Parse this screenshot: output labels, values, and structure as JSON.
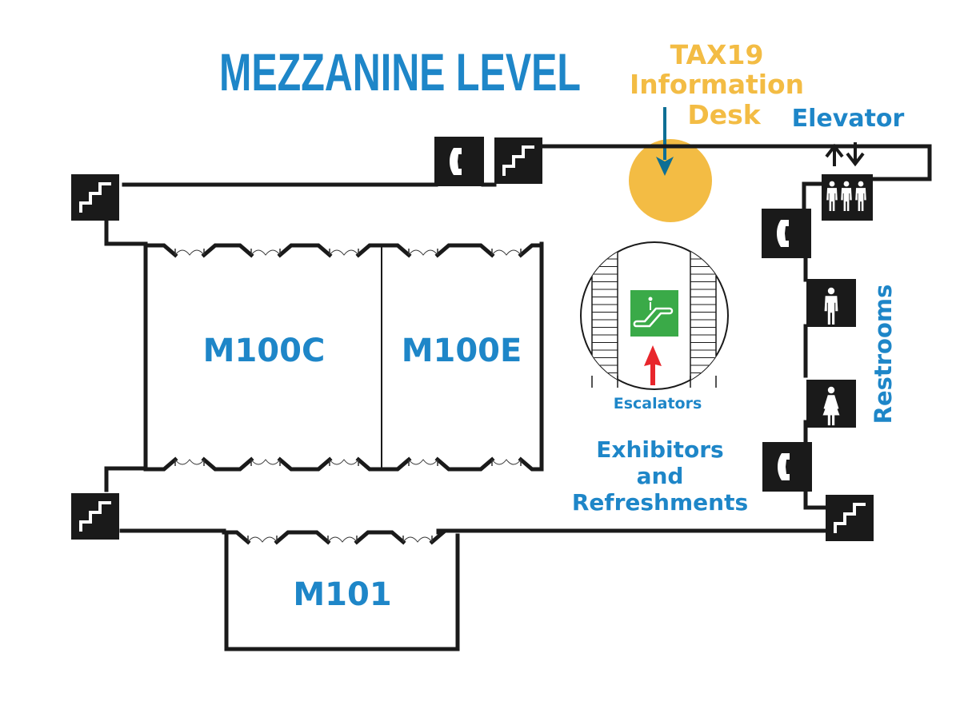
{
  "map": {
    "title": "MEZZANINE LEVEL",
    "colors": {
      "label_blue": "#1e86c8",
      "info_yellow": "#f3bc44",
      "arrow_teal": "#0e6f95",
      "arrow_red": "#e8262c",
      "escalator_green": "#3aaa48",
      "wall_black": "#1a1a1a"
    },
    "info_desk": {
      "line1": "TAX19",
      "line2": "Information",
      "line3": "Desk"
    },
    "rooms": [
      {
        "id": "M100C",
        "label": "M100C"
      },
      {
        "id": "M100E",
        "label": "M100E"
      },
      {
        "id": "M101",
        "label": "M101"
      }
    ],
    "labels": {
      "elevator": "Elevator",
      "escalators": "Escalators",
      "restrooms": "Restrooms",
      "exhibitors_line1": "Exhibitors",
      "exhibitors_line2": "and",
      "exhibitors_line3": "Refreshments"
    },
    "icons": [
      {
        "name": "stairs-icon",
        "where": "top-left"
      },
      {
        "name": "phone-icon",
        "where": "top-center"
      },
      {
        "name": "stairs-icon",
        "where": "top-center"
      },
      {
        "name": "elevator-icon",
        "where": "top-right"
      },
      {
        "name": "phone-icon",
        "where": "right-upper"
      },
      {
        "name": "mens-restroom-icon",
        "where": "right"
      },
      {
        "name": "womens-restroom-icon",
        "where": "right"
      },
      {
        "name": "phone-icon",
        "where": "right-lower"
      },
      {
        "name": "stairs-icon",
        "where": "bottom-right"
      },
      {
        "name": "stairs-icon",
        "where": "bottom-left"
      },
      {
        "name": "escalator-icon",
        "where": "center"
      }
    ]
  }
}
